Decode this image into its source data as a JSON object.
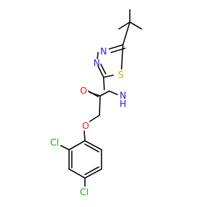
{
  "colors": {
    "bond": "#000000",
    "nitrogen": "#1f1fd6",
    "oxygen": "#e0241b",
    "sulfur": "#c8b400",
    "chlorine": "#1fa61f"
  },
  "atoms": {
    "n1": "N",
    "n2": "N",
    "s": "S",
    "nh": "N",
    "h": "H",
    "o_carbonyl": "O",
    "o_ether": "O",
    "cl1": "Cl",
    "cl2": "Cl"
  }
}
